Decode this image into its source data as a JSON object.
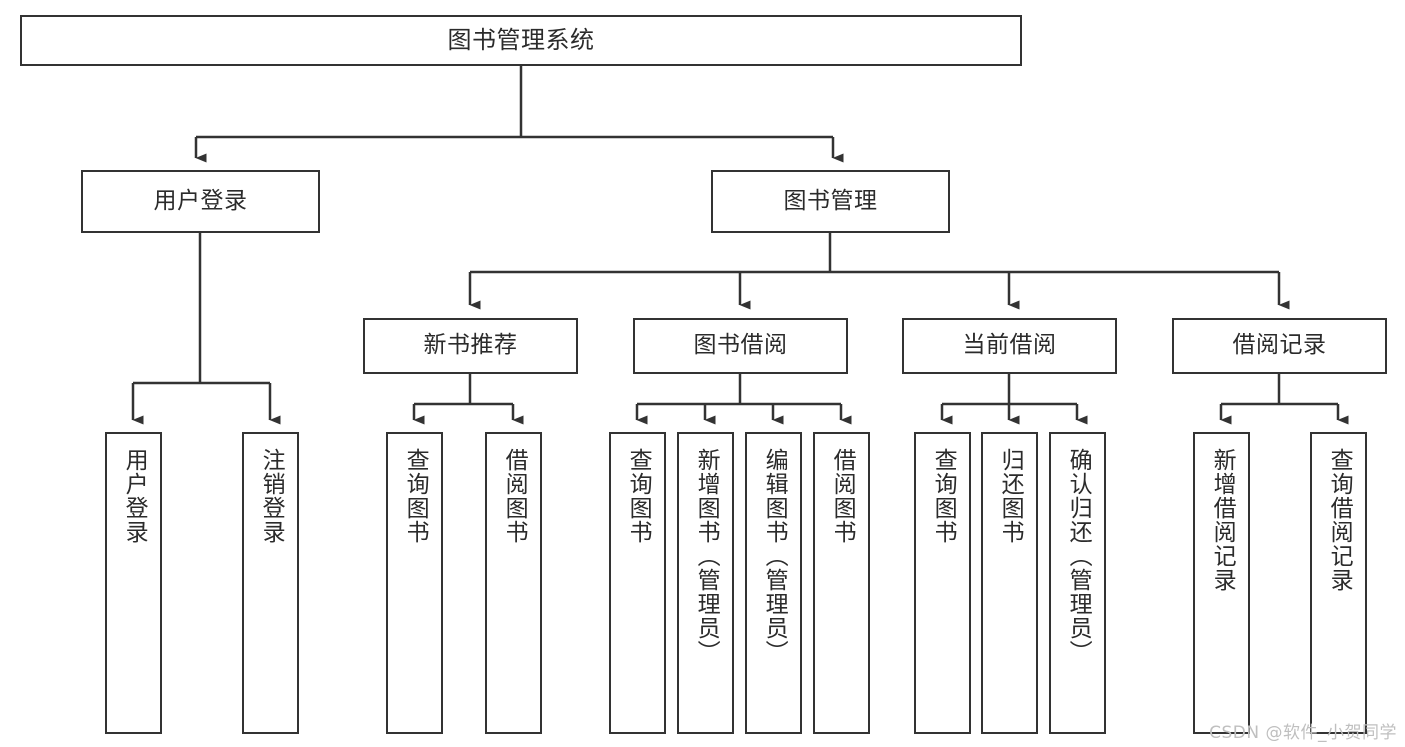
{
  "diagram": {
    "title": "图书管理系统",
    "type": "tree",
    "watermark": "CSDN @软件_小贺同学",
    "colors": {
      "box_border": "#333333",
      "box_fill": "#ffffff",
      "text": "#2b2b2b",
      "connector": "#333333",
      "watermark": "#bfbfbf"
    },
    "root": {
      "label": "图书管理系统"
    },
    "level2": [
      {
        "label": "用户登录"
      },
      {
        "label": "图书管理"
      }
    ],
    "level3": [
      {
        "label": "新书推荐"
      },
      {
        "label": "图书借阅"
      },
      {
        "label": "当前借阅"
      },
      {
        "label": "借阅记录"
      }
    ],
    "leaves": {
      "user_login": [
        {
          "label": "用户登录"
        },
        {
          "label": "注销登录"
        }
      ],
      "new_book": [
        {
          "label": "查询图书"
        },
        {
          "label": "借阅图书"
        }
      ],
      "book_borrow": [
        {
          "label": "查询图书"
        },
        {
          "label": "新增图书（管理员）"
        },
        {
          "label": "编辑图书（管理员）"
        },
        {
          "label": "借阅图书"
        }
      ],
      "current_borrow": [
        {
          "label": "查询图书"
        },
        {
          "label": "归还图书"
        },
        {
          "label": "确认归还（管理员）"
        }
      ],
      "borrow_record": [
        {
          "label": "新增借阅记录"
        },
        {
          "label": "查询借阅记录"
        }
      ]
    }
  }
}
